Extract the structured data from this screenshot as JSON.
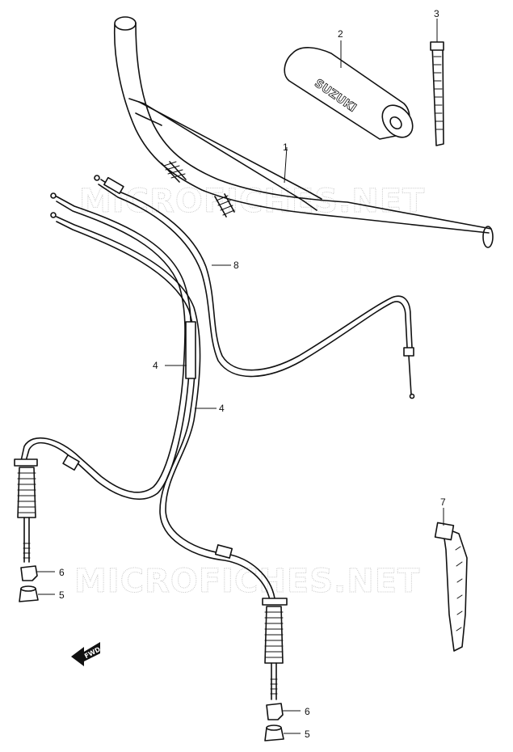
{
  "watermarks": [
    "MICROFICHES.NET",
    "MICROFICHES.NET"
  ],
  "brand_text": "SUZUKI",
  "direction_label": "FWD",
  "callouts": [
    {
      "id": "handlebar",
      "label": "1"
    },
    {
      "id": "pad",
      "label": "2"
    },
    {
      "id": "strap-top",
      "label": "3"
    },
    {
      "id": "cable-left",
      "label": "4"
    },
    {
      "id": "cable-right",
      "label": "4"
    },
    {
      "id": "boot-left",
      "label": "5"
    },
    {
      "id": "boot-right",
      "label": "5"
    },
    {
      "id": "nut-left",
      "label": "6"
    },
    {
      "id": "nut-right",
      "label": "6"
    },
    {
      "id": "clamp",
      "label": "7"
    },
    {
      "id": "throttle-cable",
      "label": "8"
    }
  ]
}
